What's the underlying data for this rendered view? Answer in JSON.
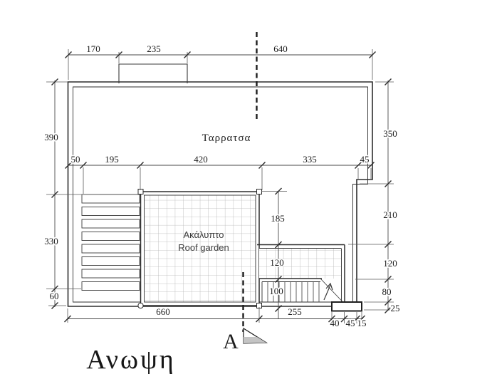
{
  "drawing": {
    "title": "Ανωψη",
    "section_letter": "A",
    "labels": {
      "terrace": "Ταρρατσα",
      "open_area_gr": "Ακάλυπτο",
      "open_area_en": "Roof garden"
    },
    "dimensions": {
      "top_row": [
        "170",
        "235",
        "640"
      ],
      "left_column": [
        "390",
        "330",
        "60"
      ],
      "middle_row": [
        "50",
        "195",
        "420",
        "335",
        "45"
      ],
      "right_column": [
        "350",
        "210",
        "120",
        "80",
        "25"
      ],
      "interior_column": [
        "185",
        "120",
        "100"
      ],
      "bottom_row": [
        "660",
        "255",
        "40",
        "45",
        "15"
      ]
    },
    "colors": {
      "ink": "#2d2d2d",
      "grid": "#b4b4b4",
      "paper": "#ffffff",
      "marker": "#c4c4c4"
    }
  }
}
